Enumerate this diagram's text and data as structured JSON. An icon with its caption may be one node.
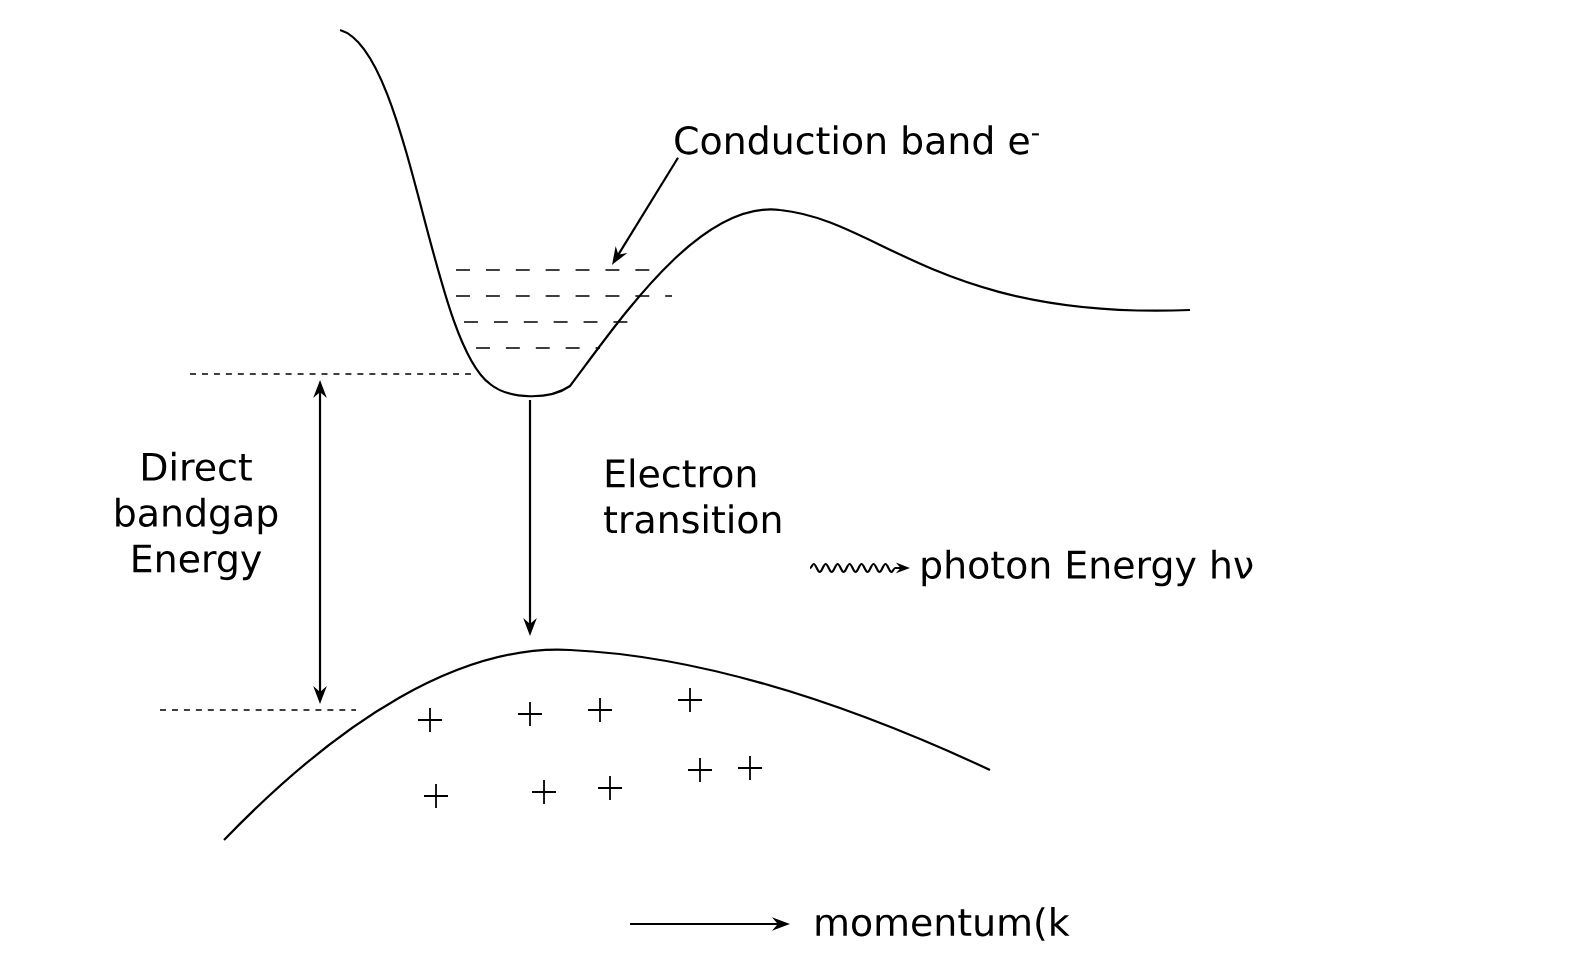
{
  "diagram": {
    "nodes": [
      {
        "text": [
          "Conduction band e$^{-}$"
        ]
      },
      {
        "text": [],
        "shape": "picture"
      }
    ],
    "edges": [
      {
        "from": 0,
        "to": 1,
        "arrow": "to"
      }
    ],
    "labels": [
      "Direct bandgap Energy",
      "Electron transition",
      "photon Energy hν",
      "momentum(k"
    ]
  }
}
